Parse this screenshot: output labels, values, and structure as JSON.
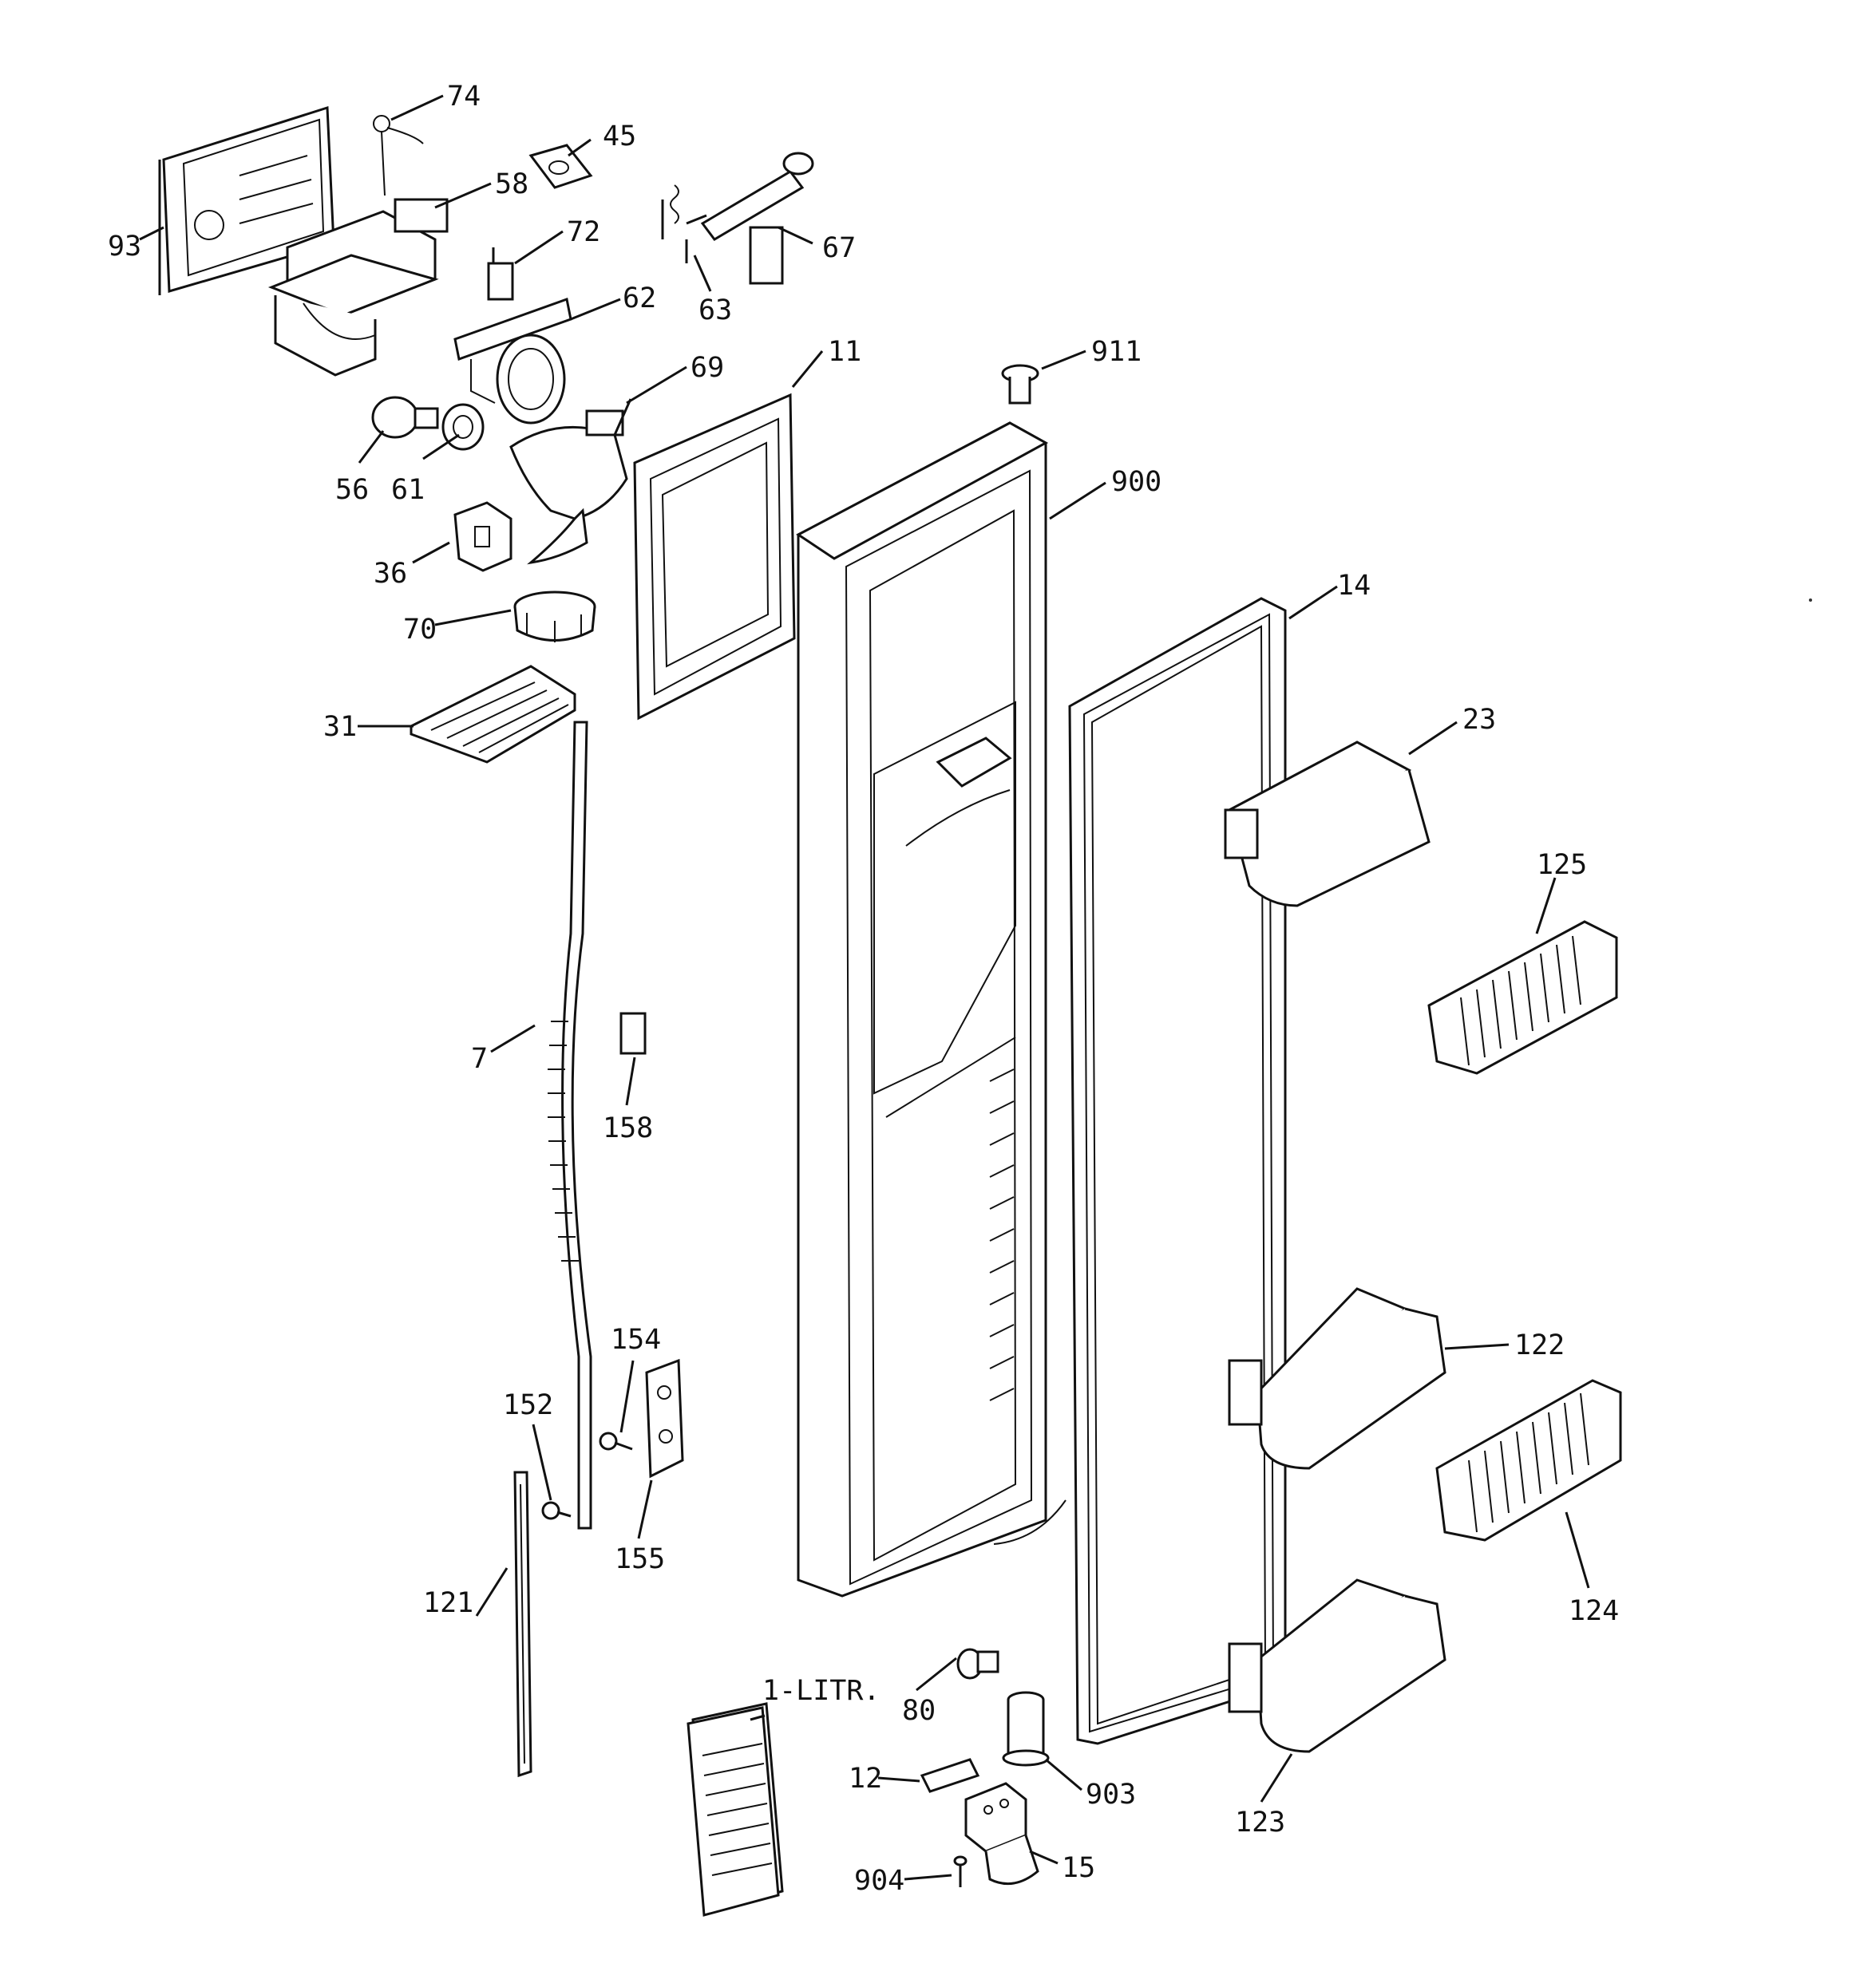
{
  "parts": [
    {
      "id": "p74",
      "label": "74"
    },
    {
      "id": "p45",
      "label": "45"
    },
    {
      "id": "p58",
      "label": "58"
    },
    {
      "id": "p93",
      "label": "93"
    },
    {
      "id": "p72",
      "label": "72"
    },
    {
      "id": "p67",
      "label": "67"
    },
    {
      "id": "p63",
      "label": "63"
    },
    {
      "id": "p62",
      "label": "62"
    },
    {
      "id": "p11",
      "label": "11"
    },
    {
      "id": "p911",
      "label": "911"
    },
    {
      "id": "p69",
      "label": "69"
    },
    {
      "id": "p56",
      "label": "56"
    },
    {
      "id": "p61",
      "label": "61"
    },
    {
      "id": "p900",
      "label": "900"
    },
    {
      "id": "p36",
      "label": "36"
    },
    {
      "id": "p14",
      "label": "14"
    },
    {
      "id": "p70",
      "label": "70"
    },
    {
      "id": "p23",
      "label": "23"
    },
    {
      "id": "p31",
      "label": "31"
    },
    {
      "id": "p125",
      "label": "125"
    },
    {
      "id": "p7",
      "label": "7"
    },
    {
      "id": "p158",
      "label": "158"
    },
    {
      "id": "p154",
      "label": "154"
    },
    {
      "id": "p122",
      "label": "122"
    },
    {
      "id": "p152",
      "label": "152"
    },
    {
      "id": "p155",
      "label": "155"
    },
    {
      "id": "p124",
      "label": "124"
    },
    {
      "id": "p121",
      "label": "121"
    },
    {
      "id": "p1litr",
      "label": "1-LITR."
    },
    {
      "id": "p80",
      "label": "80"
    },
    {
      "id": "p12",
      "label": "12"
    },
    {
      "id": "p903",
      "label": "903"
    },
    {
      "id": "p123",
      "label": "123"
    },
    {
      "id": "p904",
      "label": "904"
    },
    {
      "id": "p15",
      "label": "15"
    }
  ]
}
